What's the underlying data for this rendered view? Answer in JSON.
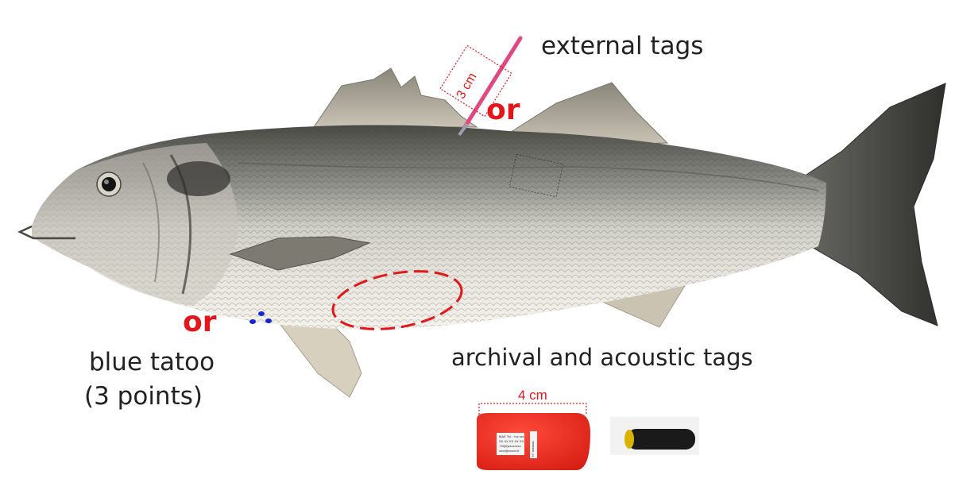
{
  "labels": {
    "external_tags": "external tags",
    "or_top": "or",
    "or_left": "or",
    "blue_tatoo_line1": "blue tatoo",
    "blue_tatoo_line2": "(3 points)",
    "archival_acoustic": "archival and acoustic tags",
    "measure_3cm": "3 cm",
    "measure_4cm": "4 cm"
  },
  "archival_tag_text": [
    "MAX Tel : +xx xxx",
    "XX XX XX XX XX",
    "+33(0)xxxxxxxx",
    "xxxx@xxxxx.fr"
  ],
  "archival_tag_side_text": "N° xxxxxxx",
  "colors": {
    "tag_red": "#ee2d24",
    "or_red": "#e3161b",
    "tatoo_blue": "#1526d8",
    "external_tag_pink": "#e0487f",
    "dashed_red": "#e3161b"
  },
  "icons": [
    "fish-image",
    "external-tag-icon",
    "archival-tag-icon",
    "acoustic-tag-icon"
  ]
}
